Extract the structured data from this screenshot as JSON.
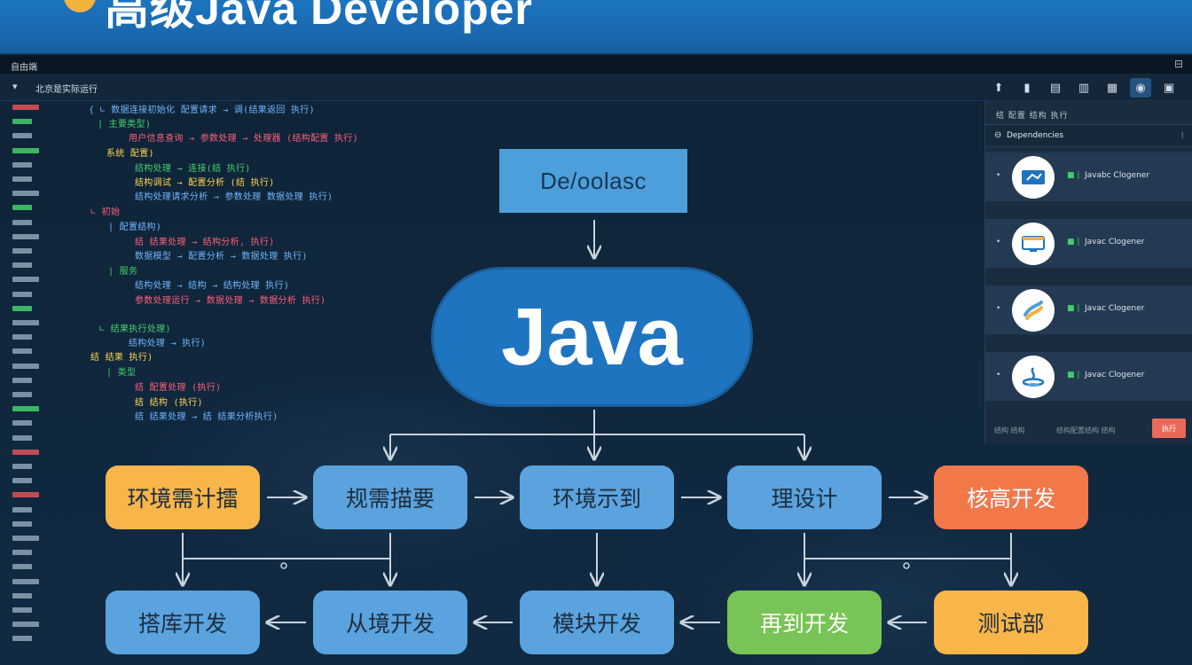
{
  "banner": {
    "title": "高级Java Developer"
  },
  "window": {
    "menu_label": "自由端",
    "toolbar_label": "北京是实际运行",
    "window_ctrl": "⊟"
  },
  "toolbar_icons": [
    {
      "name": "up-arrow-icon",
      "glyph": "⬆"
    },
    {
      "name": "file-icon",
      "glyph": "▮"
    },
    {
      "name": "list-icon",
      "glyph": "▤"
    },
    {
      "name": "doc-icon",
      "glyph": "▥"
    },
    {
      "name": "grid-icon",
      "glyph": "▦"
    },
    {
      "name": "play-icon",
      "glyph": "◉"
    },
    {
      "name": "layout-icon",
      "glyph": "▣"
    }
  ],
  "code_lines": [
    {
      "text": "{ ∟ 数据连接初始化 配置请求 → 调(结果返回 执行)",
      "color": "#6fb6ff"
    },
    {
      "text": "| 主要类型)",
      "color": "#45d06a"
    },
    {
      "text": "用户信息查询 → 参数处理 → 处理器 (结构配置 执行)",
      "color": "#ff5f7a"
    },
    {
      "text": "系统 配置)",
      "color": "#ffd54f"
    },
    {
      "text": "结构处理 → 连接(结 执行)",
      "color": "#45d06a"
    },
    {
      "text": "结构调试 → 配置分析 (结 执行)",
      "color": "#ffd54f"
    },
    {
      "text": "结构处理请求分析 → 参数处理 数据处理 执行)",
      "color": "#6fb6ff"
    },
    {
      "text": "∟ 初始",
      "color": "#ff5f7a"
    },
    {
      "text": "| 配置结构)",
      "color": "#6fb6ff"
    },
    {
      "text": "结 结果处理 → 结构分析, 执行)",
      "color": "#ff5f7a"
    },
    {
      "text": "数据模型 → 配置分析 → 数据处理 执行)",
      "color": "#6fb6ff"
    },
    {
      "text": "| 服务",
      "color": "#45d06a"
    },
    {
      "text": "结构处理 → 结构 → 结构处理 执行)",
      "color": "#6fb6ff"
    },
    {
      "text": "参数处理运行 → 数据处理 → 数据分析 执行)",
      "color": "#ff5f7a"
    },
    {
      "text": "∟ 结果执行处理)",
      "color": "#45d06a"
    },
    {
      "text": "结构处理 → 执行)",
      "color": "#6fb6ff"
    },
    {
      "text": "结 结果 执行)",
      "color": "#ffd54f"
    },
    {
      "text": "| 类型",
      "color": "#45d06a"
    },
    {
      "text": "结 配置处理 (执行)",
      "color": "#ff5f7a"
    },
    {
      "text": "结 结构 (执行)",
      "color": "#ffd54f"
    },
    {
      "text": "结 结果处理 → 结 结果分析执行)",
      "color": "#6fb6ff"
    }
  ],
  "gutter_colors": [
    "#e0525a",
    "#45d06a",
    "#8fa3b6",
    "#45d06a",
    "#8fa3b6",
    "#8fa3b6",
    "#8fa3b6",
    "#45d06a",
    "#8fa3b6",
    "#8fa3b6",
    "#8fa3b6",
    "#8fa3b6",
    "#8fa3b6",
    "#8fa3b6",
    "#45d06a",
    "#8fa3b6",
    "#8fa3b6",
    "#8fa3b6",
    "#8fa3b6",
    "#8fa3b6",
    "#8fa3b6",
    "#45d06a",
    "#8fa3b6",
    "#8fa3b6",
    "#e0525a",
    "#8fa3b6",
    "#8fa3b6",
    "#e0525a",
    "#8fa3b6",
    "#8fa3b6",
    "#8fa3b6",
    "#8fa3b6",
    "#8fa3b6",
    "#8fa3b6",
    "#8fa3b6",
    "#8fa3b6",
    "#8fa3b6",
    "#8fa3b6"
  ],
  "right_panel": {
    "tabs": "结  配置  结构  执行",
    "header_label": "Dependencies",
    "close_glyph": "⁝",
    "items": [
      {
        "label": "Javabc Clogener",
        "mark": "■ |",
        "icon": "tool-icon",
        "icon_color": "#1f74c0"
      },
      {
        "label": "Javac Clogener",
        "mark": "■ |",
        "icon": "monitor-icon",
        "icon_color": "#f3b23a"
      },
      {
        "label": "Javac Clogener",
        "mark": "■ |",
        "icon": "java-logo-icon",
        "icon_color": "#4d9fdb"
      },
      {
        "label": "Javac Clogener",
        "mark": "■ |",
        "icon": "coffee-icon",
        "icon_color": "#1f74c0"
      }
    ],
    "footer_left": "结构 结构",
    "footer_mid": "结构配置结构  结构",
    "footer_button": "执行"
  },
  "diagram": {
    "top_label": "De/oolasc",
    "center_label": "Java",
    "row1": [
      {
        "label": "环境需计擂",
        "color": "#f7b54a"
      },
      {
        "label": "规需描要",
        "color": "#5aa3df"
      },
      {
        "label": "环境示到",
        "color": "#5aa3df"
      },
      {
        "label": "理设计",
        "color": "#5aa3df"
      },
      {
        "label": "核高开发",
        "color": "#f2784a"
      }
    ],
    "row2": [
      {
        "label": "搭库开发",
        "color": "#5aa3df"
      },
      {
        "label": "从境开发",
        "color": "#5aa3df"
      },
      {
        "label": "模块开发",
        "color": "#5aa3df"
      },
      {
        "label": "再到开发",
        "color": "#79c456"
      },
      {
        "label": "测试部",
        "color": "#f7b54a"
      }
    ]
  },
  "colors": {
    "arrow": "#c9d3dc",
    "banner": "#1c74bf",
    "java": "#1f74c0"
  }
}
